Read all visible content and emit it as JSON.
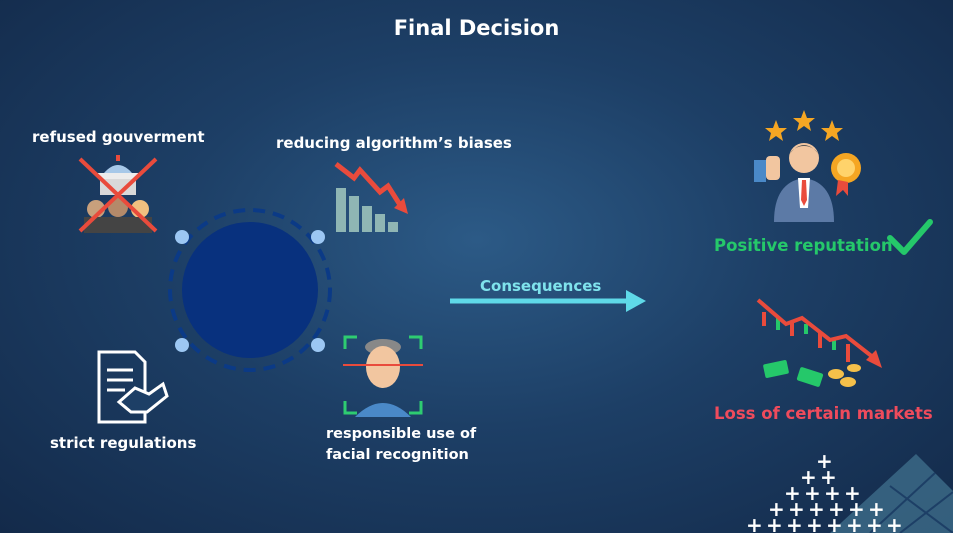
{
  "title": "Final Decision",
  "left_items": {
    "refused_gov": "refused gouverment",
    "reducing_bias": "reducing algorithm’s biases",
    "strict_regulations": "strict regulations",
    "facial_recognition_line1": "responsible use of",
    "facial_recognition_line2": "facial recognition"
  },
  "arrow_label": "Consequences",
  "outcomes": {
    "positive": "Positive reputation",
    "negative": "Loss of certain markets"
  },
  "colors": {
    "positive": "#25c86a",
    "negative": "#ef4b5c",
    "arrow": "#5fd9e8",
    "circle": "#08317e"
  },
  "icons": [
    "government-crossed-icon",
    "decreasing-chart-icon",
    "contract-handshake-icon",
    "face-scan-icon",
    "businessman-reputation-icon",
    "check-icon",
    "market-loss-icon"
  ]
}
